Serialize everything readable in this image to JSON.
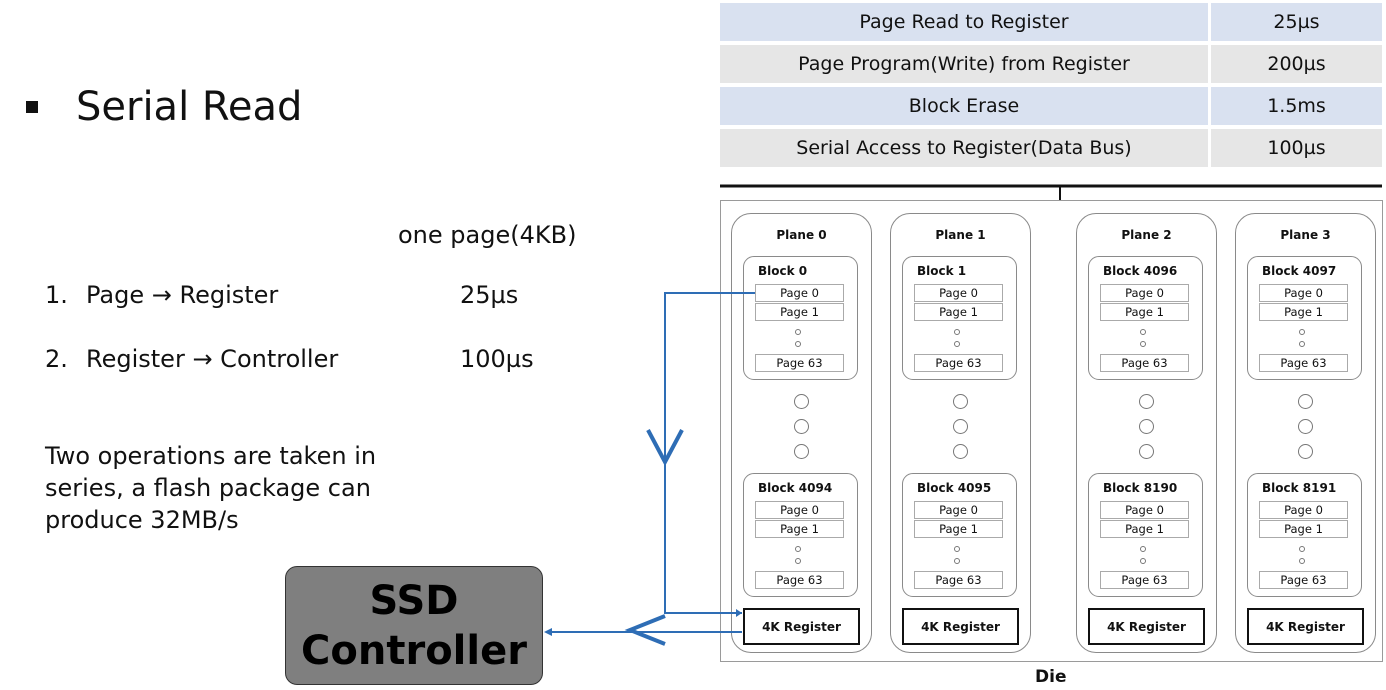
{
  "title": "Serial Read",
  "column_note": "one page(4KB)",
  "steps": [
    {
      "num": "1.",
      "label": "Page → Register",
      "time": "25µs"
    },
    {
      "num": "2.",
      "label": "Register → Controller",
      "time": "100µs"
    }
  ],
  "note": "Two operations are taken in series, a flash package can produce 32MB/s",
  "timing_table": [
    {
      "operation": "Page Read to Register",
      "time": "25µs"
    },
    {
      "operation": "Page Program(Write) from Register",
      "time": "200µs"
    },
    {
      "operation": "Block Erase",
      "time": "1.5ms"
    },
    {
      "operation": "Serial Access to Register(Data Bus)",
      "time": "100µs"
    }
  ],
  "controller": {
    "line1": "SSD",
    "line2": "Controller"
  },
  "die_label": "Die",
  "page_labels": {
    "first": "Page 0",
    "second": "Page 1",
    "last": "Page 63"
  },
  "register_label": "4K Register",
  "planes": [
    {
      "title": "Plane 0",
      "blocks": [
        "Block 0",
        "Block 4094"
      ]
    },
    {
      "title": "Plane 1",
      "blocks": [
        "Block 1",
        "Block 4095"
      ]
    },
    {
      "title": "Plane 2",
      "blocks": [
        "Block 4096",
        "Block 8190"
      ]
    },
    {
      "title": "Plane 3",
      "blocks": [
        "Block 4097",
        "Block 8191"
      ]
    }
  ],
  "colors": {
    "arrow": "#2e6db5",
    "controller_fill": "#7f7f7f",
    "row_blue": "#d9e1f0",
    "row_gray": "#e6e6e6"
  }
}
